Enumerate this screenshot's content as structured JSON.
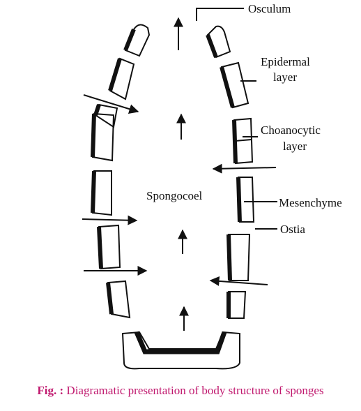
{
  "labels": {
    "osculum": "Osculum",
    "epidermal_1": "Epidermal",
    "epidermal_2": "layer",
    "choanocytic_1": "Choanocytic",
    "choanocytic_2": "layer",
    "mesenchyme": "Mesenchyme",
    "ostia": "Ostia",
    "spongocoel": "Spongocoel"
  },
  "caption": {
    "prefix": "Fig. :",
    "text": "Diagramatic presentation of body structure of sponges"
  },
  "colors": {
    "ink": "#111111",
    "caption": "#c0186e"
  }
}
